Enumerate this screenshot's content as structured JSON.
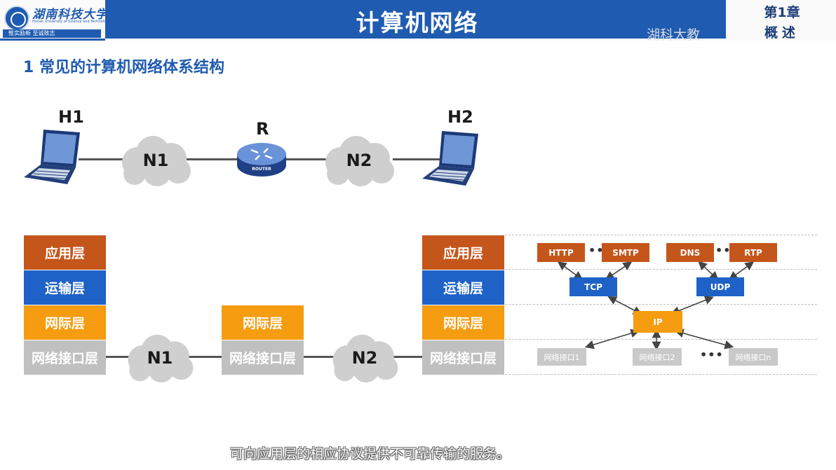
{
  "header": {
    "school_name": "湖南科技大学",
    "school_name_en": "Hunan University of Science and Technology",
    "motto": "惟实励新  至诚致志",
    "course_title": "计算机网络",
    "watermark": "湖科大教",
    "chapter": "第1章",
    "chapter_sub": "概述"
  },
  "section_title": "1 常见的计算机网络体系结构",
  "topology": {
    "host1": "H1",
    "host2": "H2",
    "router": "R",
    "router_text": "ROUTER",
    "net1": "N1",
    "net2": "N2"
  },
  "stacks": {
    "host_left": [
      "应用层",
      "运输层",
      "网际层",
      "网络接口层"
    ],
    "router": [
      "网际层",
      "网络接口层"
    ],
    "host_right": [
      "应用层",
      "运输层",
      "网际层",
      "网络接口层"
    ],
    "net1": "N1",
    "net2": "N2"
  },
  "protocols": {
    "app": [
      "HTTP",
      "SMTP",
      "DNS",
      "RTP"
    ],
    "transport": [
      "TCP",
      "UDP"
    ],
    "network": "IP",
    "interfaces": [
      "网络接口1",
      "网络接口2",
      "网络接口n"
    ],
    "dots": "•••"
  },
  "subtitle": "可向应用层的相应协议提供不可靠传输的服务。",
  "colors": {
    "brand_blue": "#1f5bb0",
    "application": "#c5561b",
    "transport": "#1f62c7",
    "internet": "#f59c10",
    "network_interface": "#c0c0c0"
  }
}
